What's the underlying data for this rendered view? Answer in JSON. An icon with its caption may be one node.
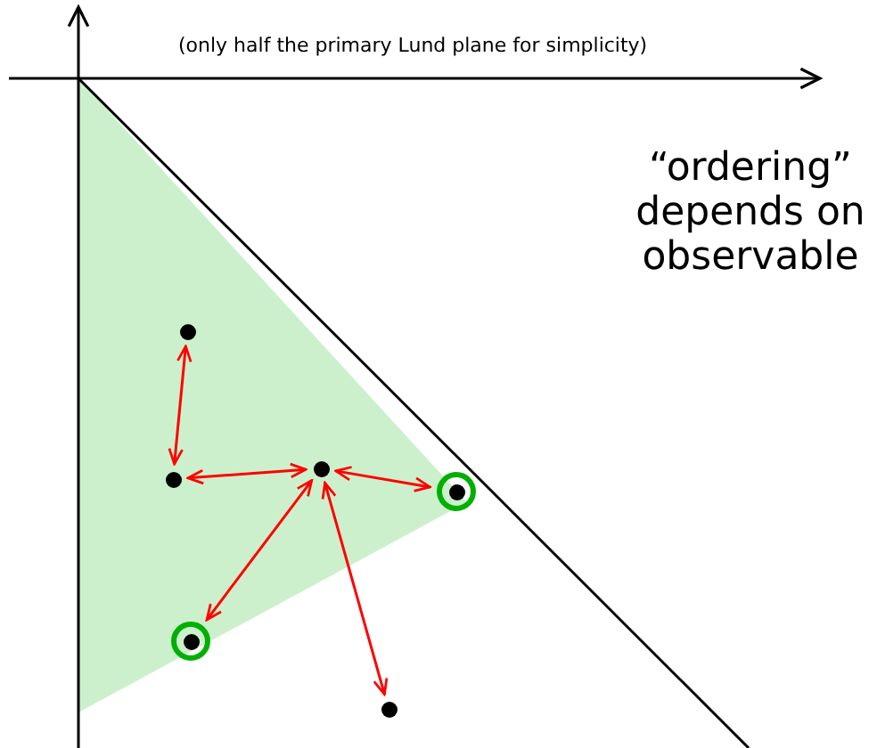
{
  "diagram": {
    "nodes": [
      {
        "text": [],
        "shape": "circle"
      },
      {
        "text": [],
        "shape": "circle"
      },
      {
        "text": [],
        "shape": "circle"
      },
      {
        "text": [],
        "shape": "circle"
      },
      {
        "text": [],
        "shape": "circle"
      },
      {
        "text": [],
        "shape": "circle"
      }
    ],
    "edges": [
      {
        "from": 0,
        "to": 2,
        "arrow": "both",
        "color": "#ff0000"
      },
      {
        "from": 2,
        "to": 1,
        "arrow": "both",
        "color": "#ff0000"
      },
      {
        "from": 1,
        "to": 3,
        "arrow": "both",
        "color": "#ff0000"
      },
      {
        "from": 1,
        "to": 4,
        "arrow": "both",
        "color": "#ff0000"
      },
      {
        "from": 1,
        "to": 5,
        "arrow": "both",
        "color": "#ff0000"
      }
    ],
    "labels": [
      "(only half the primary Lund plane for simplicity)",
      "“ordering” depends on observable"
    ]
  }
}
